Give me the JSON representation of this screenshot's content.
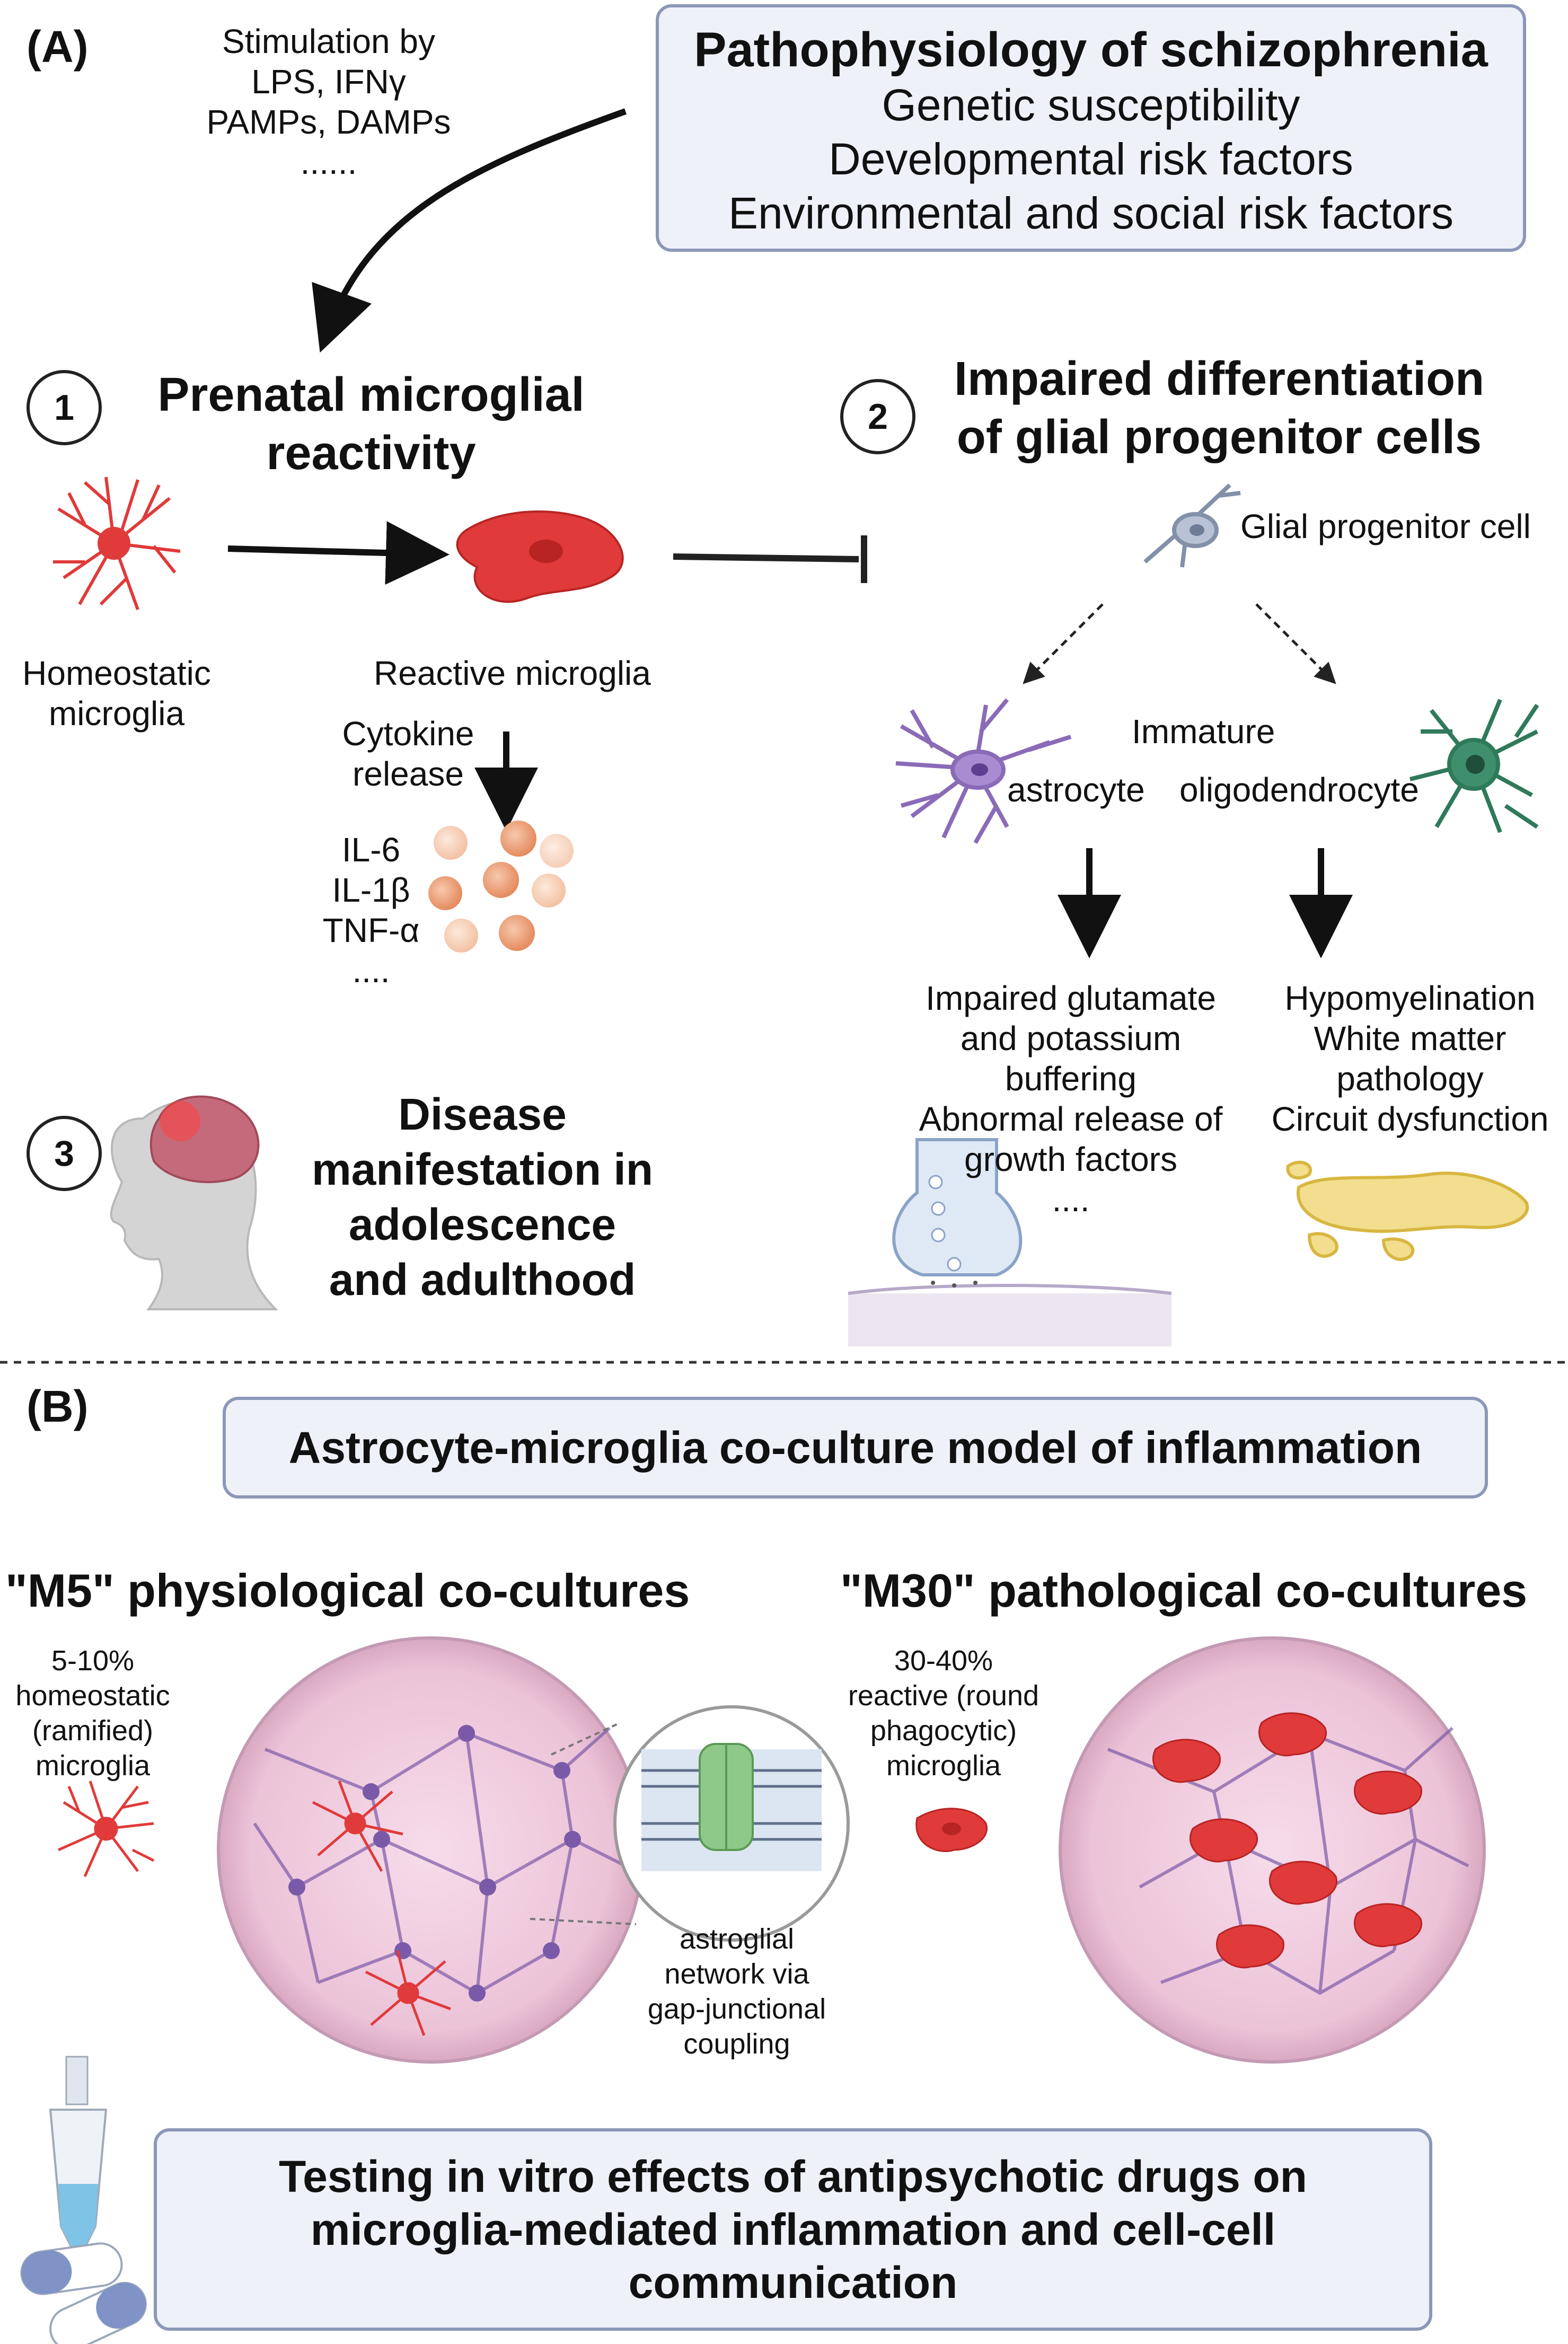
{
  "panel_a": {
    "label": "(A)",
    "stimulation": [
      "Stimulation by",
      "LPS, IFNγ",
      "PAMPs, DAMPs",
      "......"
    ],
    "patho_box": {
      "title": "Pathophysiology of schizophrenia",
      "lines": [
        "Genetic susceptibility",
        "Developmental risk factors",
        "Environmental and social risk factors"
      ]
    },
    "step1": {
      "number": "1",
      "title_line1": "Prenatal microglial",
      "title_line2": "reactivity"
    },
    "step2": {
      "number": "2",
      "title_line1": "Impaired differentiation",
      "title_line2": "of glial progenitor cells"
    },
    "step3": {
      "number": "3",
      "lines": [
        "Disease",
        "manifestation in",
        "adolescence",
        "and adulthood"
      ]
    },
    "homeostatic_label": [
      "Homeostatic",
      "microglia"
    ],
    "reactive_label": "Reactive microglia",
    "cytokine_label": [
      "Cytokine",
      "release"
    ],
    "cytokines": [
      "IL-6",
      "IL-1β",
      "TNF-α",
      "...."
    ],
    "glial_progenitor_label": "Glial progenitor cell",
    "immature_label": "Immature",
    "astrocyte_label": "astrocyte",
    "oligodendrocyte_label": "oligodendrocyte",
    "astro_effects": [
      "Impaired glutamate",
      "and potassium",
      "buffering",
      "Abnormal release of",
      "growth factors",
      "...."
    ],
    "oligo_effects": [
      "Hypomyelination",
      "White matter",
      "pathology",
      "Circuit dysfunction"
    ]
  },
  "panel_b": {
    "label": "(B)",
    "model_title": "Astrocyte-microglia co-culture model of inflammation",
    "m5_title": "\"M5\" physiological co-cultures",
    "m5_desc": [
      "5-10%",
      "homeostatic",
      "(ramified)",
      "microglia"
    ],
    "m30_title": "\"M30\" pathological co-cultures",
    "m30_desc": [
      "30-40%",
      "reactive (round",
      "phagocytic)",
      "microglia"
    ],
    "gap_label": [
      "astroglial",
      "network via",
      "gap-junctional",
      "coupling"
    ],
    "testing_box": [
      "Testing in vitro effects of antipsychotic drugs on",
      "microglia-mediated inflammation and cell-cell",
      "communication"
    ]
  },
  "colors": {
    "box_fill": "#eef1f8",
    "box_border": "#8c97b8",
    "microglia_red": "#e03a3a",
    "astrocyte_purple": "#8a6bb8",
    "oligo_green": "#2f7a5a",
    "cytokine_orange": "#e89a70",
    "myelin_yellow": "#e8c85a",
    "dish_pink": "#f2d4e2"
  },
  "icons": [
    "arrow-icon",
    "inhibition-arrow-icon",
    "dashed-arrow-icon",
    "microglia-icon",
    "reactive-microglia-icon",
    "astrocyte-icon",
    "oligodendrocyte-icon",
    "glial-progenitor-icon",
    "cytokine-icon",
    "synapse-icon",
    "myelin-icon",
    "head-brain-icon",
    "culture-dish-icon",
    "gap-junction-icon",
    "pipette-tube-icon",
    "capsule-icon"
  ]
}
